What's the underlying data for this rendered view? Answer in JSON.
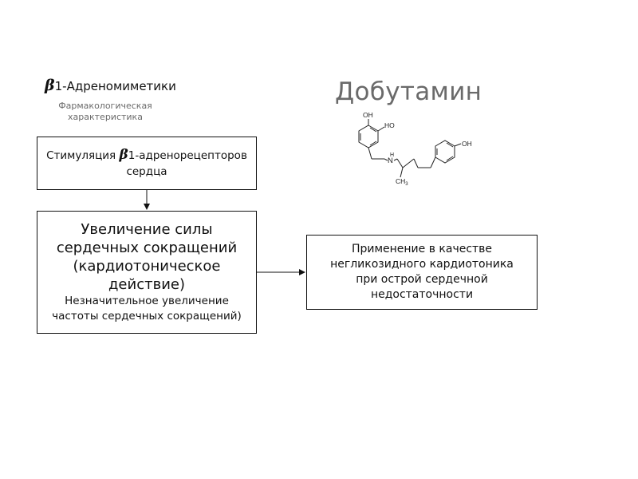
{
  "header": {
    "beta_symbol": "β",
    "title_rest": "1-Адреномиметики",
    "subtitle_line1": "Фармакологическая",
    "subtitle_line2": "характеристика"
  },
  "drug": {
    "name": "Добутамин"
  },
  "structure": {
    "labels": [
      "OH",
      "HO",
      "N",
      "H",
      "CH3",
      "OH"
    ]
  },
  "boxes": {
    "mechanism": {
      "prefix": "Стимуляция ",
      "beta": "β",
      "rest": "1-адренорецепторов",
      "line2": "сердца"
    },
    "effect": {
      "line1": "Увеличение силы",
      "line2": "сердечных сокращений",
      "line3": "(кардиотоническое",
      "line4": "действие)",
      "minor1": "Незначительное увеличение",
      "minor2": "частоты сердечных сокращений)"
    },
    "use": {
      "line1": "Применение в качестве",
      "line2": "негликозидного кардиотоника",
      "line3": "при острой сердечной",
      "line4": "недостаточности"
    }
  }
}
